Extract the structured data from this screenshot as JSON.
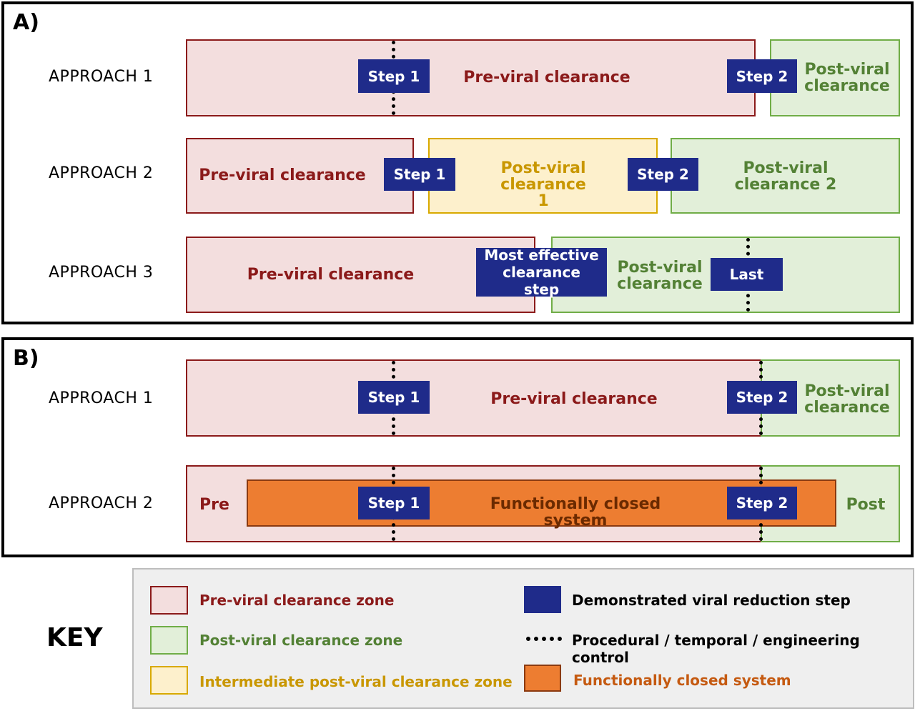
{
  "panel_a": {
    "label": "A)",
    "approach1": {
      "label": "APPROACH 1",
      "pre": "Pre-viral clearance",
      "step1": "Step 1",
      "step2": "Step 2",
      "post": "Post-viral clearance"
    },
    "approach2": {
      "label": "APPROACH 2",
      "pre": "Pre-viral clearance",
      "step1": "Step 1",
      "intermediate": "Post-viral clearance 1",
      "step2": "Step 2",
      "post": "Post-viral clearance 2"
    },
    "approach3": {
      "label": "APPROACH 3",
      "pre": "Pre-viral clearance",
      "most_effective": "Most effective clearance step",
      "post": "Post-viral clearance",
      "last": "Last"
    }
  },
  "panel_b": {
    "label": "B)",
    "approach1": {
      "label": "APPROACH 1",
      "pre": "Pre-viral clearance",
      "step1": "Step 1",
      "step2": "Step 2",
      "post": "Post-viral clearance"
    },
    "approach2": {
      "label": "APPROACH 2",
      "pre": "Pre",
      "closed": "Functionally closed system",
      "step1": "Step 1",
      "step2": "Step 2",
      "post": "Post"
    }
  },
  "key": {
    "title": "KEY",
    "pre_zone": "Pre-viral clearance zone",
    "post_zone": "Post-viral clearance zone",
    "intermediate_zone": "Intermediate post-viral clearance zone",
    "reduction_step": "Demonstrated viral reduction step",
    "control": "Procedural / temporal / engineering control",
    "closed_system": "Functionally closed system"
  },
  "colors": {
    "pre_fill": "#f3dede",
    "pre_text": "#8b1a1a",
    "post_fill": "#e2efd9",
    "post_text": "#538135",
    "intermediate_fill": "#fdf0cc",
    "intermediate_text": "#c99700",
    "step_fill": "#1f2b8a",
    "closed_fill": "#ed7d31"
  }
}
